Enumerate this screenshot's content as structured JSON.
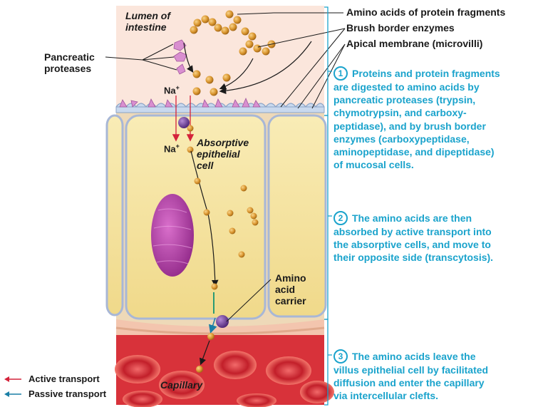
{
  "labels": {
    "lumen": [
      "Lumen of",
      "intestine"
    ],
    "pancreatic_proteases": [
      "Pancreatic",
      "proteases"
    ],
    "na_top": "Na+",
    "na_bottom": "Na+",
    "absorptive_cell": [
      "Absorptive",
      "epithelial",
      "cell"
    ],
    "amino_acid_carrier": [
      "Amino",
      "acid",
      "carrier"
    ],
    "capillary": "Capillary",
    "amino_acids_of_protein_fragments": "Amino acids of protein fragments",
    "brush_border_enzymes": "Brush border enzymes",
    "apical_membrane": "Apical membrane (microvilli)"
  },
  "steps": [
    {
      "number": "1",
      "lines": [
        "Proteins and protein fragments",
        "are digested to amino acids by",
        "pancreatic proteases (trypsin,",
        "chymotrypsin, and carboxy-",
        "peptidase), and by brush border",
        "enzymes (carboxypeptidase,",
        "aminopeptidase, and dipeptidase)",
        "of mucosal cells."
      ]
    },
    {
      "number": "2",
      "lines": [
        "The amino acids are then",
        "absorbed by active transport into",
        "the absorptive cells, and move to",
        "their opposite side (transcytosis)."
      ]
    },
    {
      "number": "3",
      "lines": [
        "The amino acids leave the",
        "villus epithelial cell by facilitated",
        "diffusion and enter the capillary",
        "via intercellular clefts."
      ]
    }
  ],
  "legend": [
    {
      "label": "Active transport",
      "color": "#d4223a"
    },
    {
      "label": "Passive transport",
      "color": "#1a7fa6"
    }
  ],
  "colors": {
    "accent_text": "#1aa3cc",
    "amino_acid": "#d9952e",
    "protease": "#d98fd0",
    "carrier": "#7a3fa8",
    "nucleus": "#b03aa3",
    "lumen_bg": "#fbe6dc",
    "cell_fill": "#f6e4a2",
    "capillary_bg": "#d8323a",
    "active_arrow": "#d4223a",
    "passive_arrow": "#1a7fa6"
  }
}
